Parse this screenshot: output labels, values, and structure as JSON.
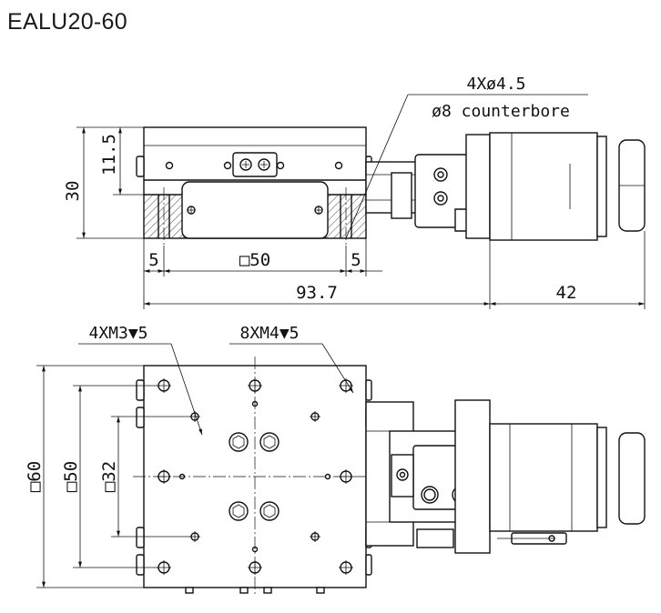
{
  "title": "EALU20-60",
  "side_view": {
    "dim_height_total": "30",
    "dim_height_top": "11.5",
    "dim_margin_left": "5",
    "dim_square": "□50",
    "dim_margin_right": "5",
    "dim_length": "93.7",
    "dim_motor": "42",
    "note_holes": "4Xø4.5",
    "note_counterbore": "ø8 counterbore"
  },
  "top_view": {
    "note_m3": "4XM3▼5",
    "note_m4": "8XM4▼5",
    "dim_outer": "□60",
    "dim_mid": "□50",
    "dim_inner": "□32"
  }
}
